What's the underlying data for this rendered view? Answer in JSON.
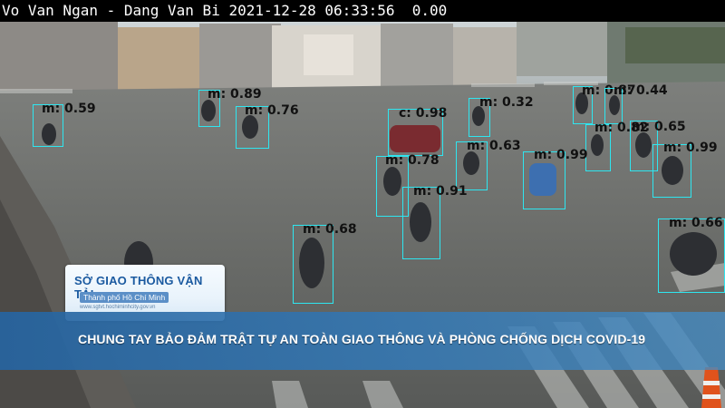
{
  "overlay": {
    "title": "Vo Van Ngan - Dang Van Bi 2021-12-28 06:33:56  0.00"
  },
  "detections": [
    {
      "label": "m: 0.59"
    },
    {
      "label": "m: 0.89"
    },
    {
      "label": "m: 0.76"
    },
    {
      "label": "c: 0.98"
    },
    {
      "label": "m: 0.32"
    },
    {
      "label": "m: 0.87"
    },
    {
      "label": "m: 0.44"
    },
    {
      "label": "m: 0.82"
    },
    {
      "label": "m: 0.65"
    },
    {
      "label": "m: 0.63"
    },
    {
      "label": "m: 0.78"
    },
    {
      "label": "m: 0.99"
    },
    {
      "label": "m: 0.99"
    },
    {
      "label": "m: 0.91"
    },
    {
      "label": "m: 0.68"
    },
    {
      "label": "m: 0.66"
    }
  ],
  "logo": {
    "title": "SỞ GIAO THÔNG VẬN TẢI",
    "subtitle": "Thành phố Hồ Chí Minh",
    "url": "www.sgtvt.hochiminhcity.gov.vn"
  },
  "banner": {
    "text": "CHUNG TAY BẢO ĐẢM TRẬT TỰ AN TOÀN GIAO THÔNG VÀ PHÒNG CHỐNG DỊCH COVID-19"
  },
  "colors": {
    "box": "#2ee6f0",
    "label": "#111111",
    "banner": "#2f6fae"
  }
}
